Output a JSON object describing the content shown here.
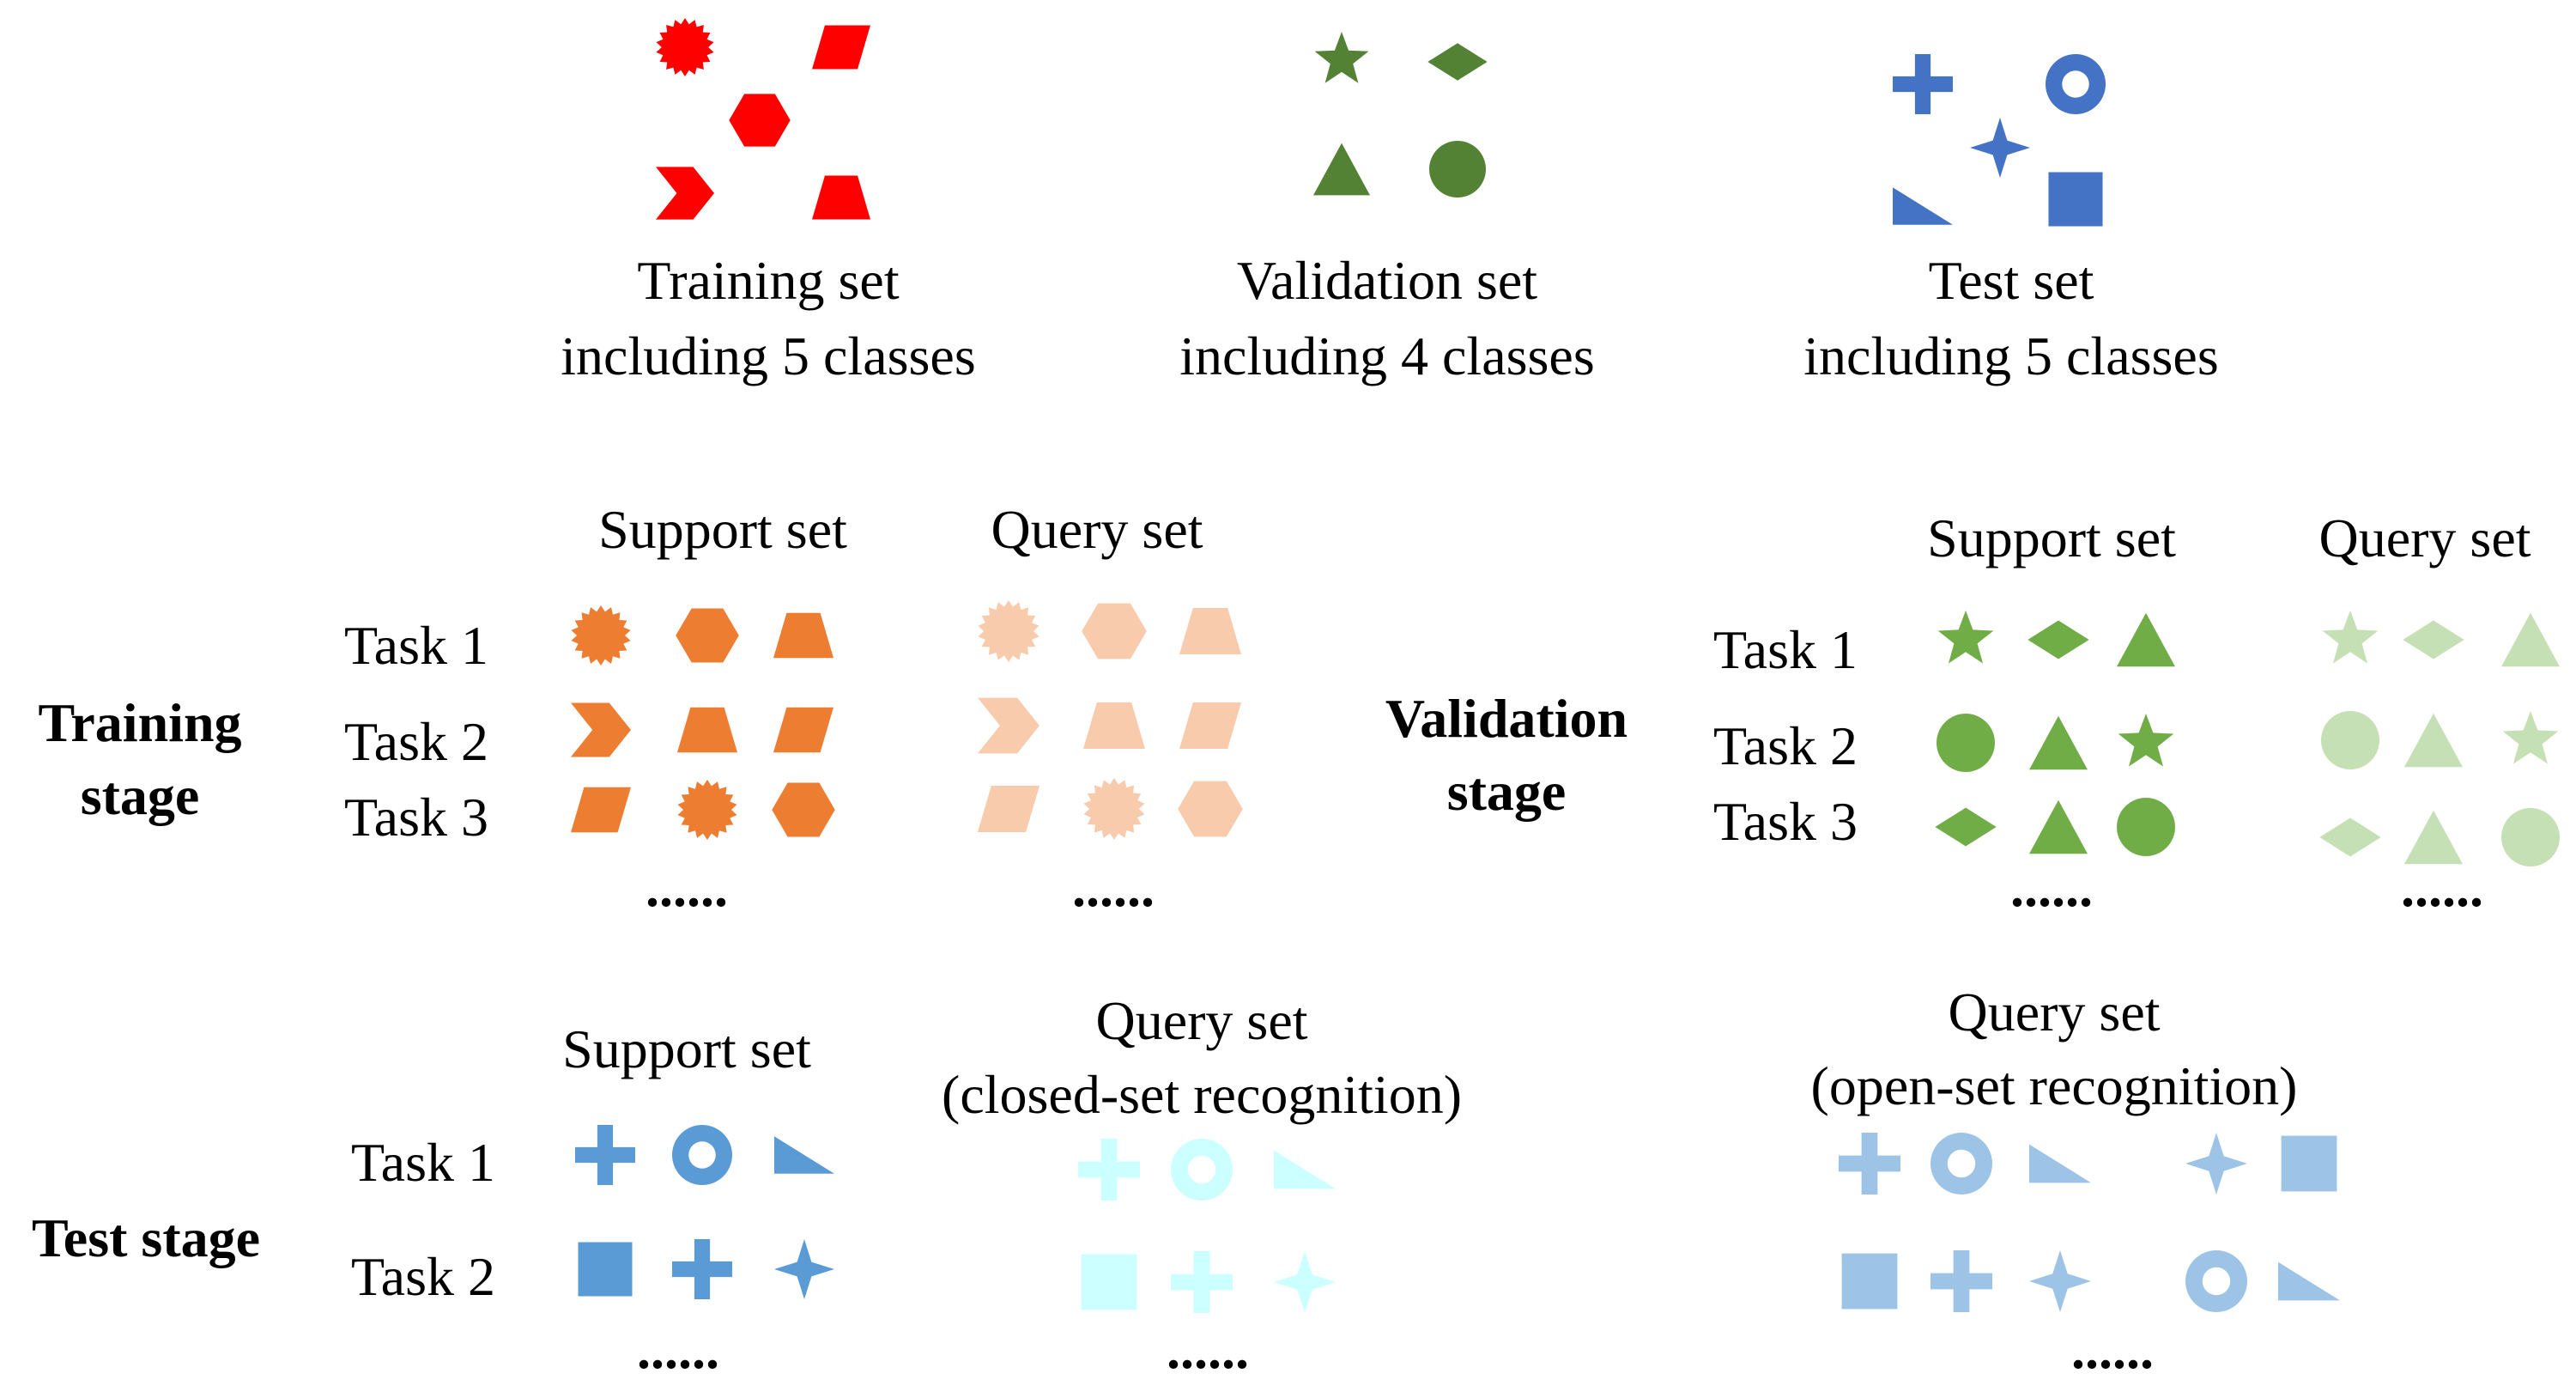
{
  "colors": {
    "red": "#ff0000",
    "green_dark": "#548235",
    "blue": "#4472c4",
    "orange": "#ed7d31",
    "orange_light": "#f8cbad",
    "green": "#70ad47",
    "green_light": "#c5e0b4",
    "blue_mid": "#5b9bd5",
    "cyan_light": "#ccffff",
    "blue_light": "#9dc3e6"
  },
  "top": {
    "training": {
      "line1": "Training set",
      "line2": "including 5 classes"
    },
    "validation": {
      "line1": "Validation set",
      "line2": "including 4 classes"
    },
    "test": {
      "line1": "Test set",
      "line2": "including 5 classes"
    }
  },
  "training_stage": {
    "title_line1": "Training",
    "title_line2": "stage",
    "support_label": "Support set",
    "query_label": "Query set",
    "tasks": [
      "Task 1",
      "Task 2",
      "Task 3"
    ],
    "support_dots": "......",
    "query_dots": "......"
  },
  "validation_stage": {
    "title_line1": "Validation",
    "title_line2": "stage",
    "support_label": "Support set",
    "query_label": "Query set",
    "tasks": [
      "Task 1",
      "Task 2",
      "Task 3"
    ],
    "support_dots": "......",
    "query_dots": "......"
  },
  "test_stage": {
    "title": "Test stage",
    "support_label": "Support set",
    "closed_line1": "Query set",
    "closed_line2": "(closed-set recognition)",
    "open_line1": "Query set",
    "open_line2": "(open-set recognition)",
    "tasks": [
      "Task 1",
      "Task 2"
    ],
    "support_dots": "......",
    "closed_dots": "......",
    "open_dots": "......"
  },
  "shapes": {
    "top_training": [
      "seal",
      "parallelogram",
      "hexagon",
      "chevron",
      "trapezoid"
    ],
    "top_validation": [
      "star",
      "diamond",
      "triangle",
      "circle"
    ],
    "top_test": [
      "plus",
      "donut",
      "four-point-star",
      "right-triangle",
      "square"
    ],
    "training_rows": [
      [
        "seal",
        "hexagon",
        "trapezoid"
      ],
      [
        "chevron",
        "trapezoid",
        "parallelogram"
      ],
      [
        "parallelogram",
        "seal",
        "hexagon"
      ]
    ],
    "validation_support_rows": [
      [
        "star",
        "diamond",
        "triangle"
      ],
      [
        "circle",
        "triangle",
        "star"
      ],
      [
        "diamond",
        "triangle",
        "circle"
      ]
    ],
    "validation_query_rows": [
      [
        "star",
        "diamond",
        "triangle"
      ],
      [
        "circle",
        "triangle",
        "star"
      ],
      [
        "diamond",
        "triangle",
        "circle"
      ]
    ],
    "test_support_rows": [
      [
        "plus",
        "donut",
        "right-triangle"
      ],
      [
        "square",
        "plus",
        "four-point-star"
      ]
    ],
    "test_closed_rows": [
      [
        "plus",
        "donut",
        "right-triangle"
      ],
      [
        "square",
        "plus",
        "four-point-star"
      ]
    ],
    "test_open_rows": [
      [
        "plus",
        "donut",
        "right-triangle",
        "four-point-star",
        "square"
      ],
      [
        "square",
        "plus",
        "four-point-star",
        "donut",
        "right-triangle"
      ]
    ]
  }
}
